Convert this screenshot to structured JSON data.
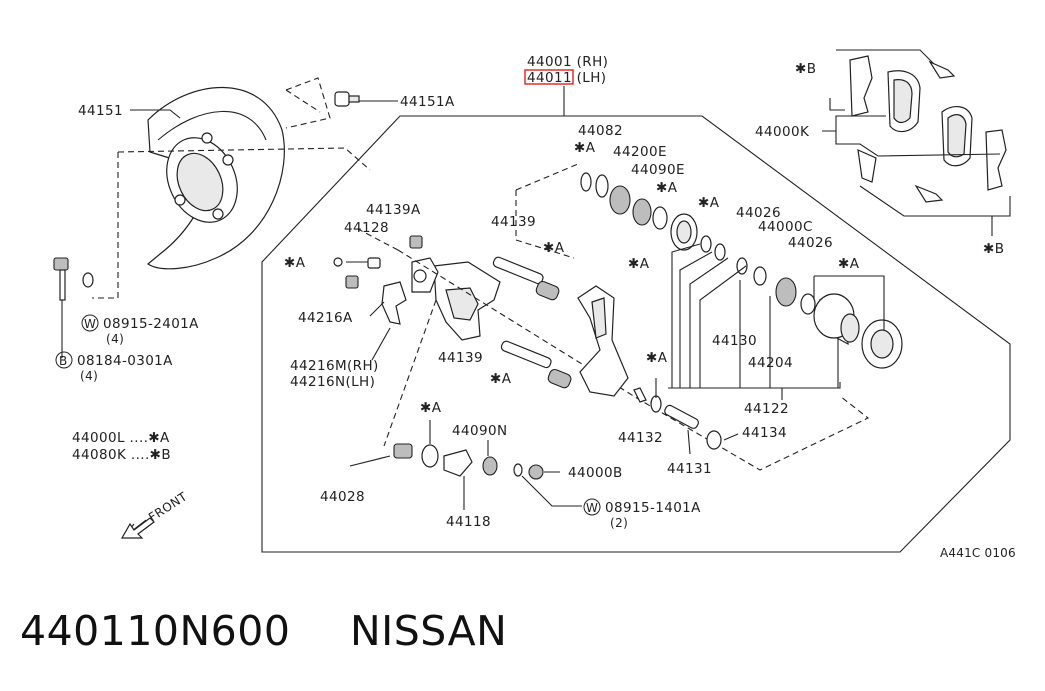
{
  "diagram": {
    "assembly": {
      "rh_number": "44001 (RH)",
      "lh_number": "44011 (LH)",
      "highlight_color": "#e02020"
    },
    "labels": {
      "backing_plate": "44151",
      "backing_bolt": "44151A",
      "caliper_kit": "44082",
      "seal_kit": "44200E",
      "boot": "44090E",
      "pin_sleeve": "44139",
      "pin_sleeve_lower": "44139",
      "bleeder": "44139A",
      "bleeder_cap": "44128",
      "bracket": "44216A",
      "bracket_rh": "44216M(RH)",
      "bracket_lh": "44216N(LH)",
      "spring_a": "44026",
      "spring_b": "44026",
      "spring_c": "44000C",
      "piston": "44130",
      "piston_seal": "44204",
      "piston_group": "44122",
      "adjuster": "44132",
      "washer": "44134",
      "adjuster_screw": "44131",
      "torque_member_bolt": "44028",
      "boot_lower": "44090N",
      "lever": "44118",
      "nut": "44000B",
      "washer_ref": "08915-1401A",
      "washer_ref_qty": "(2)",
      "bolt_ref": "08915-2401A",
      "bolt_ref_qty": "(4)",
      "bolt_b_ref": "08184-0301A",
      "bolt_b_qty": "(4)",
      "w_mark": "W",
      "b_mark": "B",
      "pad_kit": "44000K",
      "star_a": "✱A",
      "star_b": "✱B",
      "legend_a": "44000L ....✱A",
      "legend_b": "44080K ....✱B",
      "front": "FRONT"
    },
    "figure_code": "A441C 0106"
  },
  "footer": {
    "part_number": "440110N600",
    "brand": "NISSAN"
  }
}
